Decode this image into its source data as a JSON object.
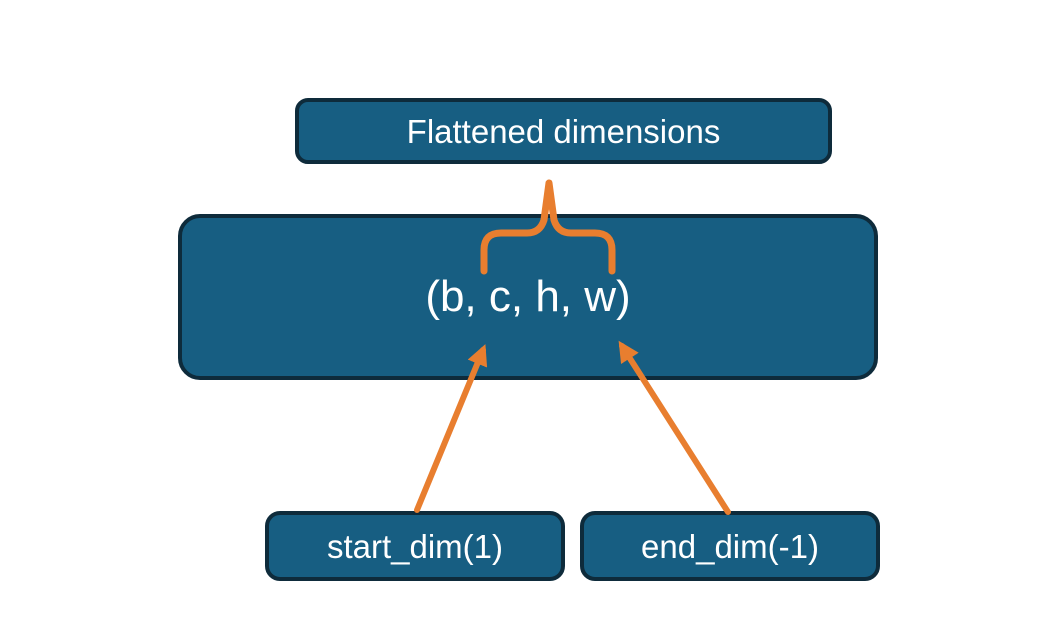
{
  "diagram": {
    "boxes": {
      "title": {
        "label": "Flattened dimensions"
      },
      "main": {
        "label": "(b, c, h, w)"
      },
      "start_dim": {
        "label": "start_dim(1)"
      },
      "end_dim": {
        "label": "end_dim(-1)"
      }
    },
    "connectors": {
      "brace": "brace grouping c,h,w up to Flattened dimensions",
      "start_arrow": "arrow from start_dim(1) to dimension c",
      "end_arrow": "arrow from end_dim(-1) to dimension w"
    },
    "colors": {
      "box_fill": "#175E82",
      "box_border": "#0E2B3B",
      "connector_orange": "#E87E2F",
      "text": "#FFFFFF",
      "background": "#FFFFFF"
    }
  }
}
